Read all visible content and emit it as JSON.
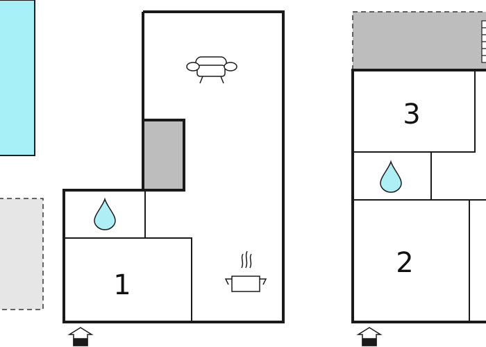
{
  "colors": {
    "wall": "#1a1a1a",
    "pool": "#a8f0f8",
    "terrace": "#e6e6e6",
    "stairs": "#bdbdbd",
    "water_drop": "#aeeef5",
    "background": "#ffffff"
  },
  "rooms": {
    "room1_label": "1",
    "room2_label": "2",
    "room3_label": "3"
  },
  "icons": [
    "sofa-icon",
    "water-drop-icon",
    "cooking-pot-icon",
    "entrance-icon",
    "stairs-icon"
  ]
}
